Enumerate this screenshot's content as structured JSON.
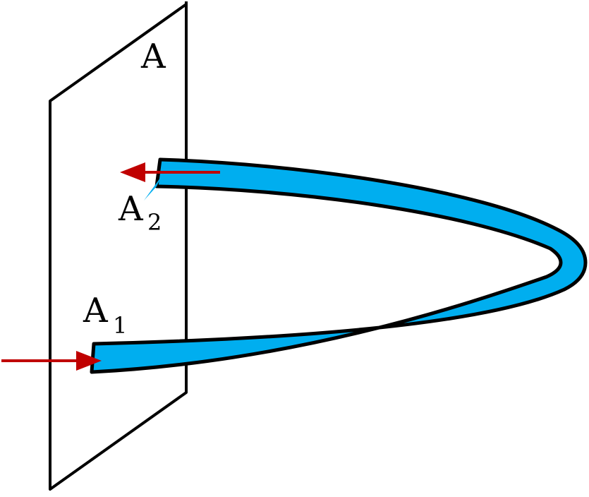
{
  "labels": {
    "plane": "A",
    "inlet_letter": "A",
    "inlet_subscript": "1",
    "outlet_letter": "A",
    "outlet_subscript": "2"
  },
  "colors": {
    "tube_fill": "#00AEEF",
    "outline": "#000000",
    "arrow": "#C00000",
    "background": "#FFFFFF"
  }
}
